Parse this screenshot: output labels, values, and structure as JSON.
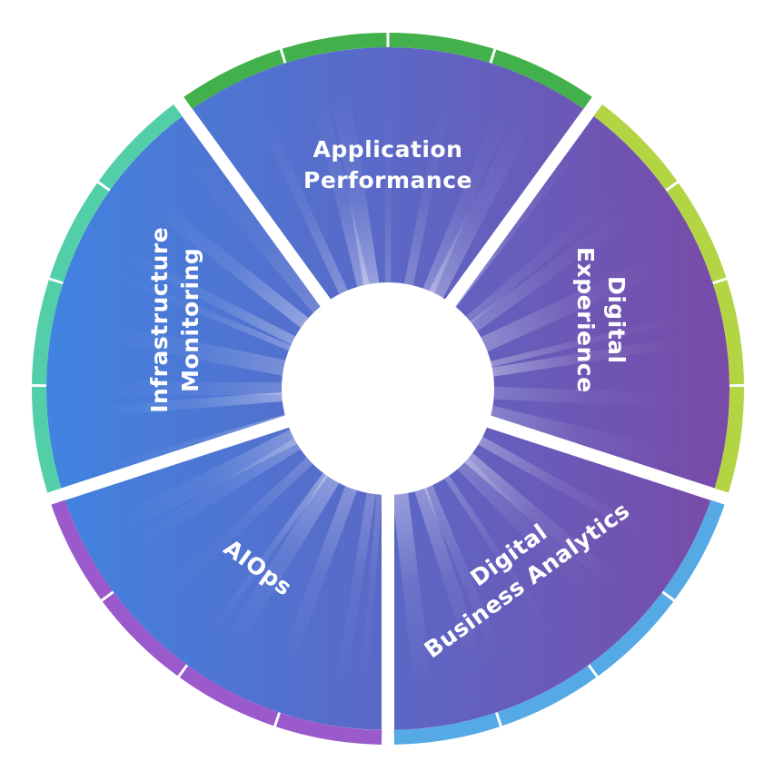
{
  "diagram": {
    "type": "segmented-ring",
    "title": "",
    "center_label": "",
    "segments": [
      {
        "id": "application-performance",
        "lines": [
          "Application",
          "Performance"
        ],
        "rim_color": "#43b14b",
        "rim_ticks": 4
      },
      {
        "id": "digital-experience",
        "lines": [
          "Digital",
          "Experience"
        ],
        "rim_color": "#b3d443",
        "rim_ticks": 4
      },
      {
        "id": "digital-business-analytics",
        "lines": [
          "Digital",
          "Business Analytics"
        ],
        "rim_color": "#55a9e4",
        "rim_ticks": 4
      },
      {
        "id": "aiops",
        "lines": [
          "AIOps"
        ],
        "rim_color": "#9a5acb",
        "rim_ticks": 4
      },
      {
        "id": "infrastructure-monitoring",
        "lines": [
          "Infrastructure",
          "Monitoring"
        ],
        "rim_color": "#52cfa8",
        "rim_ticks": 4
      }
    ],
    "fill_gradient": {
      "from": "#4183e0",
      "mid": "#5b68c6",
      "to": "#7a4aa8"
    },
    "ray_color": "#c9cdf5",
    "center_color": "#ffffff"
  }
}
